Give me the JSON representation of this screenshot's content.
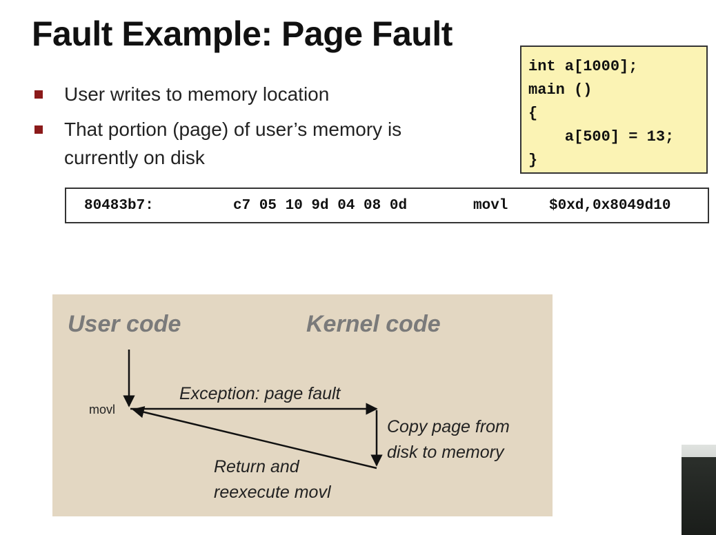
{
  "title": "Fault Example: Page Fault",
  "bullets": [
    "User writes to memory location",
    "That portion (page) of user’s memory is currently on disk"
  ],
  "code_lines": [
    "int a[1000];",
    "main ()",
    "{",
    "    a[500] = 13;",
    "}"
  ],
  "asm": {
    "address": "80483b7:",
    "bytes": "c7 05 10 9d 04 08 0d",
    "mnemonic": "movl",
    "operands": "$0xd,0x8049d10"
  },
  "diagram": {
    "user_heading": "User code",
    "kernel_heading": "Kernel code",
    "instruction_label": "movl",
    "exception_label": "Exception: page fault",
    "handler_label": "Copy page from disk to memory",
    "return_label": "Return and reexecute movl"
  },
  "colors": {
    "bullet_marker": "#8b1a1a",
    "code_box_bg": "#fbf3b4",
    "diagram_bg": "#e3d7c2",
    "heading_gray": "#7a7a7a"
  }
}
